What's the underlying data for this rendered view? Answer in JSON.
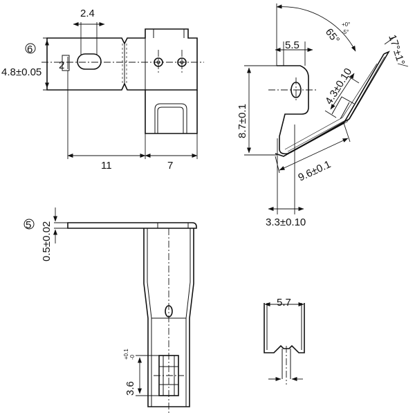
{
  "colors": {
    "line": "#111111",
    "background": "#ffffff"
  },
  "top_view": {
    "dims": {
      "slot_width": "2.4",
      "slot_length": "2",
      "height": "4.8±0.05",
      "body_length": "11",
      "tab_length": "7"
    },
    "callout": "6"
  },
  "side_view": {
    "dims": {
      "bend_angle": "65°",
      "bend_angle_tol_plus": "+0°",
      "bend_angle_tol_minus": "-5°",
      "tip_angle": "17°±1°",
      "hole_offset": "5.5",
      "width": "4.3±0.10",
      "height": "8.7±0.1",
      "length": "9.6±0.1",
      "base": "3.3±0.10"
    }
  },
  "front_view": {
    "dims": {
      "thickness": "0.5±0.02",
      "tab_width": "3.6",
      "tab_tol_plus": "+0.1",
      "tab_tol_minus": "-0"
    },
    "callout": "5"
  },
  "end_view": {
    "dims": {
      "width": "5.7"
    }
  }
}
